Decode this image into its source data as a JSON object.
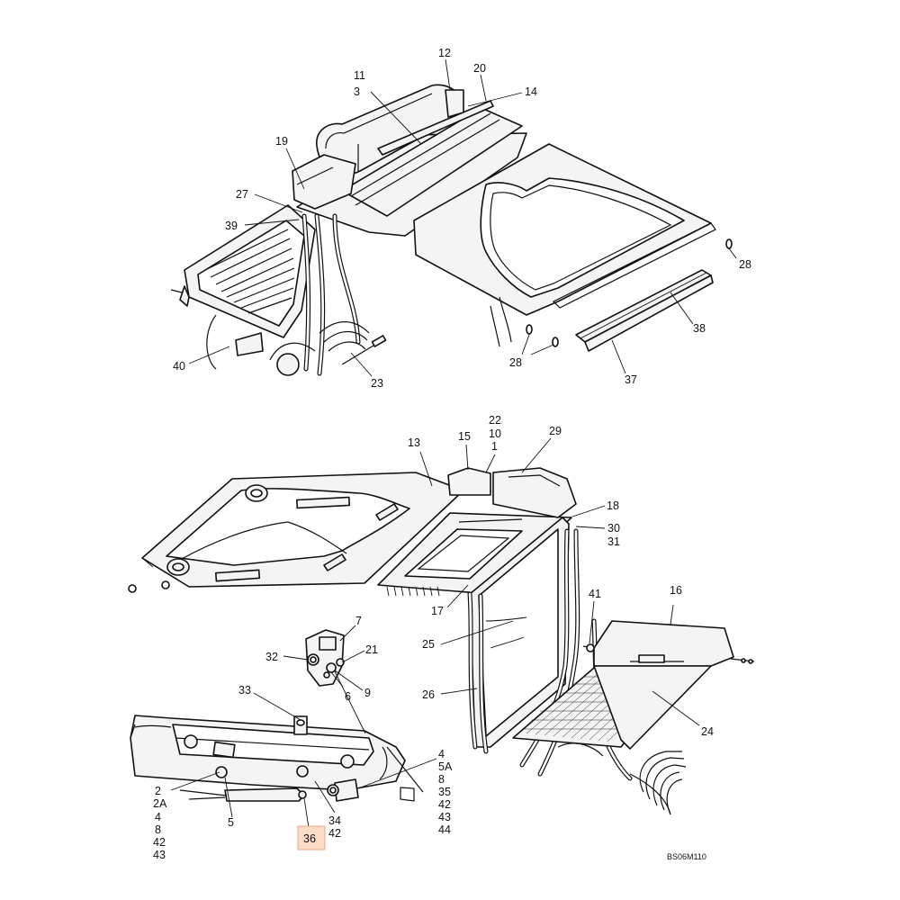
{
  "callouts": {
    "c12": "12",
    "c20": "20",
    "c11": "11",
    "c3": "3",
    "c14": "14",
    "c19": "19",
    "c27": "27",
    "c39": "39",
    "c40": "40",
    "c23": "23",
    "c28a": "28",
    "c28b": "28",
    "c38": "38",
    "c37": "37",
    "c13": "13",
    "c15": "15",
    "c22": "22",
    "c10": "10",
    "c1": "1",
    "c29": "29",
    "c18": "18",
    "c30": "30",
    "c31": "31",
    "c17": "17",
    "c41": "41",
    "c16": "16",
    "c25": "25",
    "c26": "26",
    "c24": "24",
    "c7": "7",
    "c32": "32",
    "c21": "21",
    "c6": "6",
    "c9": "9",
    "c33": "33",
    "c36": "36",
    "c34": "34",
    "c42c": "42"
  },
  "label_stacks": {
    "left_stack": [
      "2",
      "2A",
      "4",
      "8",
      "42",
      "43"
    ],
    "left_single": "5",
    "right_stack": [
      "4",
      "5A",
      "8",
      "35",
      "42",
      "43",
      "44"
    ]
  },
  "highlight": {
    "label": "36",
    "color": "#fcdcc6"
  },
  "drawing_code": "BS06M110"
}
